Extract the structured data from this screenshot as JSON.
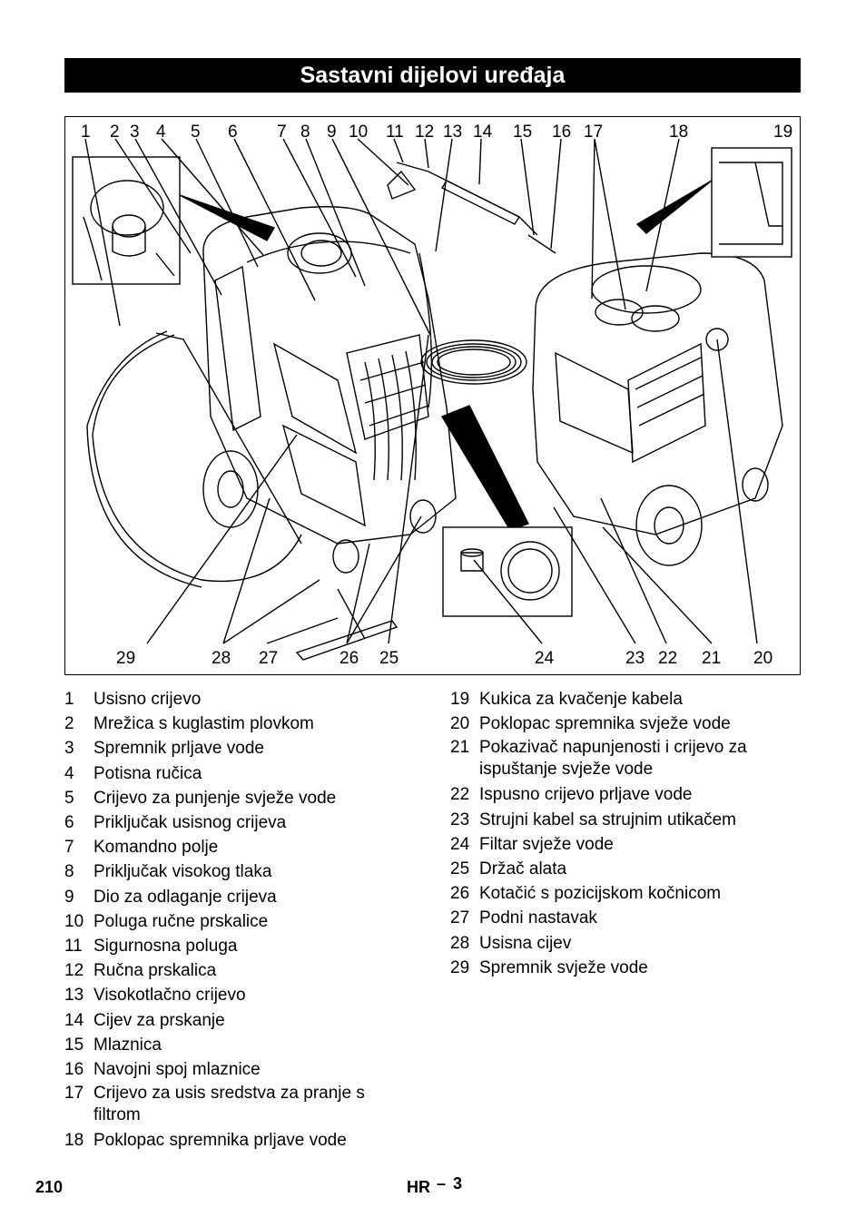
{
  "header": {
    "title": "Sastavni dijelovi uređaja"
  },
  "figure": {
    "top_callouts": [
      "1",
      "2",
      "3",
      "4",
      "5",
      "6",
      "7",
      "8",
      "9",
      "10",
      "11",
      "12",
      "13",
      "14",
      "15",
      "16",
      "17",
      "18",
      "19"
    ],
    "bottom_callouts": [
      "29",
      "28",
      "27",
      "26",
      "25",
      "24",
      "23",
      "22",
      "21",
      "20"
    ]
  },
  "parts_left": [
    {
      "num": "1",
      "label": "Usisno crijevo"
    },
    {
      "num": "2",
      "label": "Mrežica s kuglastim plovkom"
    },
    {
      "num": "3",
      "label": "Spremnik prljave vode"
    },
    {
      "num": "4",
      "label": "Potisna ručica"
    },
    {
      "num": "5",
      "label": "Crijevo za punjenje svježe vode"
    },
    {
      "num": "6",
      "label": "Priključak usisnog crijeva"
    },
    {
      "num": "7",
      "label": "Komandno polje"
    },
    {
      "num": "8",
      "label": "Priključak visokog tlaka"
    },
    {
      "num": "9",
      "label": "Dio za odlaganje crijeva"
    },
    {
      "num": "10",
      "label": "Poluga ručne prskalice"
    },
    {
      "num": "11",
      "label": "Sigurnosna poluga"
    },
    {
      "num": "12",
      "label": "Ručna prskalica"
    },
    {
      "num": "13",
      "label": "Visokotlačno crijevo"
    },
    {
      "num": "14",
      "label": "Cijev za prskanje"
    },
    {
      "num": "15",
      "label": "Mlaznica"
    },
    {
      "num": "16",
      "label": "Navojni spoj mlaznice"
    },
    {
      "num": "17",
      "label": "Crijevo za usis sredstva za pranje s filtrom"
    },
    {
      "num": "18",
      "label": "Poklopac spremnika prljave vode"
    }
  ],
  "parts_right": [
    {
      "num": "19",
      "label": "Kukica za kvačenje kabela"
    },
    {
      "num": "20",
      "label": "Poklopac spremnika svježe vode"
    },
    {
      "num": "21",
      "label": "Pokazivač napunjenosti i crijevo za ispuštanje svježe vode"
    },
    {
      "num": "22",
      "label": "Ispusno crijevo prljave vode"
    },
    {
      "num": "23",
      "label": "Strujni kabel sa strujnim utikačem"
    },
    {
      "num": "24",
      "label": "Filtar svježe vode"
    },
    {
      "num": "25",
      "label": "Držač alata"
    },
    {
      "num": "26",
      "label": "Kotačić s pozicijskom kočnicom"
    },
    {
      "num": "27",
      "label": "Podni nastavak"
    },
    {
      "num": "28",
      "label": "Usisna cijev"
    },
    {
      "num": "29",
      "label": "Spremnik svježe vode"
    }
  ],
  "footer": {
    "page_number": "210",
    "language": "HR",
    "separator": "–",
    "section_page": "3"
  }
}
